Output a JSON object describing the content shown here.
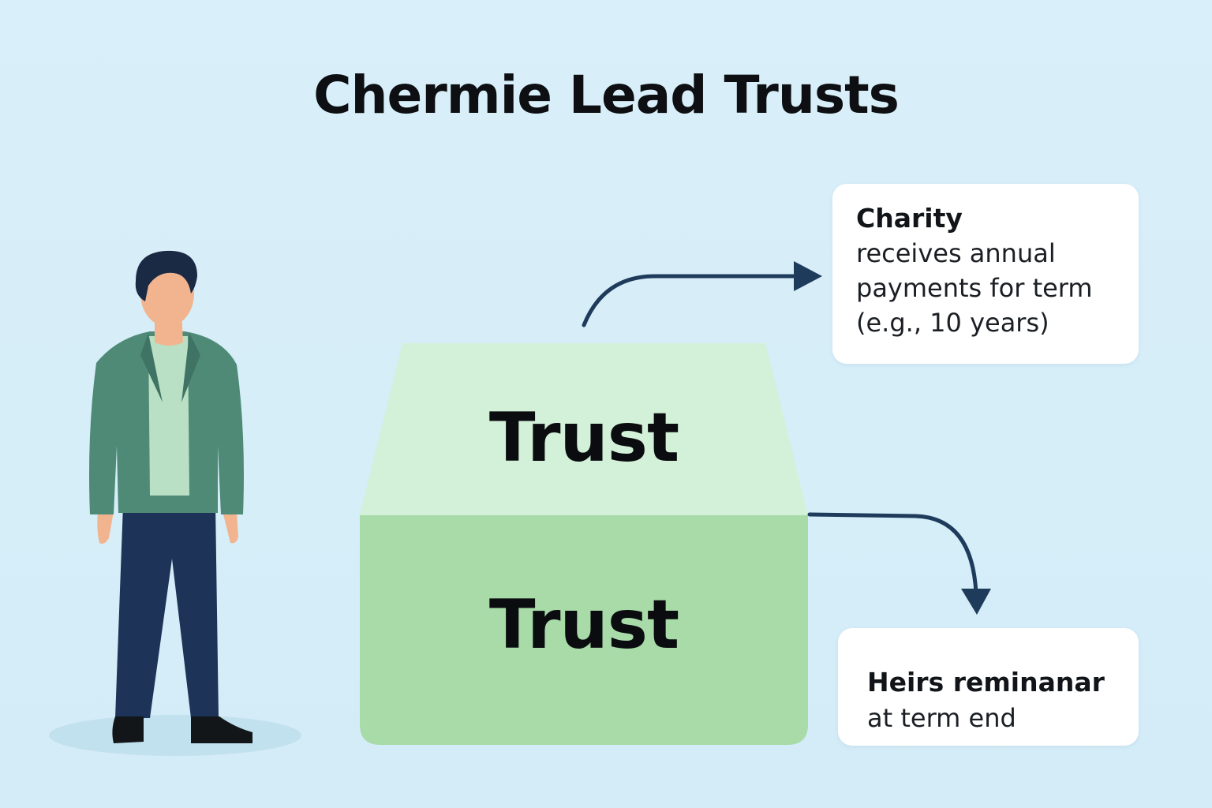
{
  "title": "Chermie Lead Trusts",
  "trust": {
    "top_label": "Trust",
    "bottom_label": "Trust"
  },
  "charity_card": {
    "heading": "Charity",
    "lines": [
      "receives annual",
      "payments for term",
      "(e.g., 10 years)"
    ]
  },
  "heirs_card": {
    "heading": "Heirs reminanar",
    "body": "at term end"
  },
  "icons": [
    "person-illustration",
    "curved-arrow-right",
    "curved-arrow-down"
  ],
  "colors": {
    "background": "#d9eff9",
    "trust_top": "#d3f0d8",
    "trust_bottom": "#a8dba8",
    "arrow": "#1f3b5c",
    "jacket": "#4f8a77",
    "shirt": "#b9e0c4",
    "pants": "#1d3358",
    "hair": "#1a2a44",
    "skin": "#f2b48e"
  }
}
